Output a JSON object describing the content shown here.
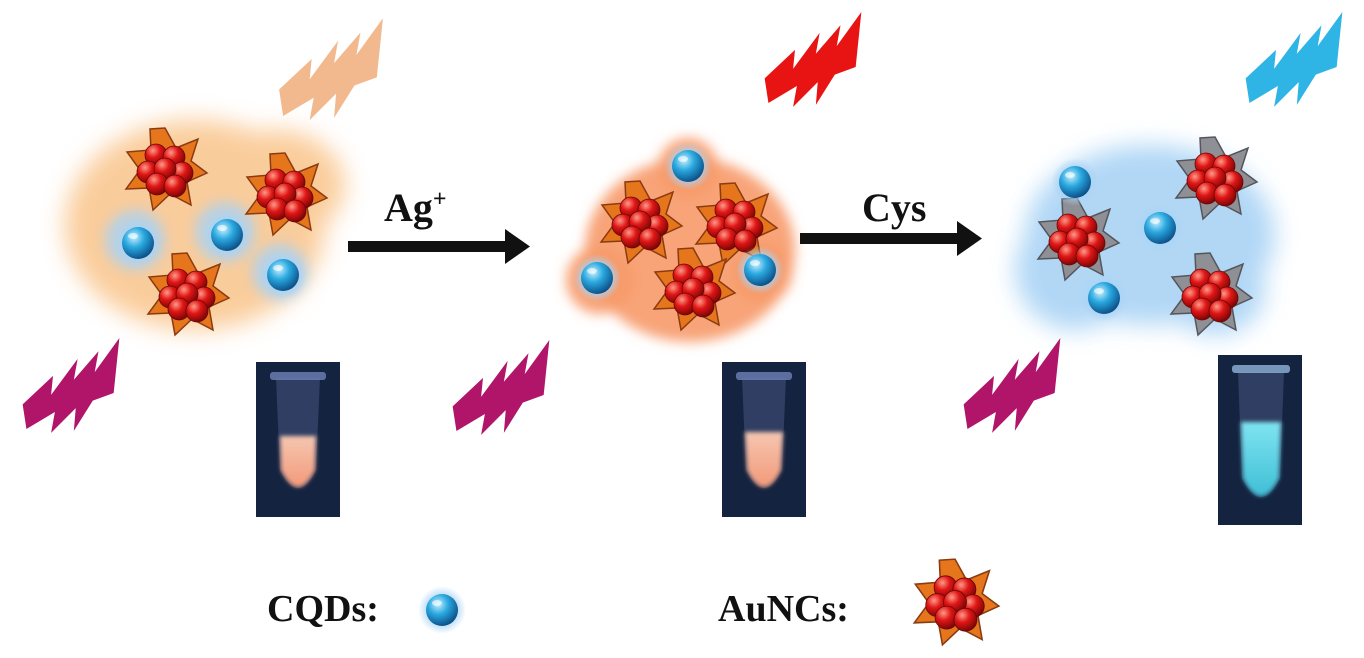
{
  "arrows": {
    "first": {
      "reagent": "Ag",
      "charge": "+"
    },
    "second": {
      "reagent": "Cys"
    }
  },
  "legend": {
    "cqd_label": "CQDs:",
    "aunc_label": "AuNCs:"
  },
  "colors": {
    "cqd_blue": "#1f9fd6",
    "aunc_red": "#d81414",
    "aunc_star_orange": "#e6761c",
    "excitation_purple": "#b0156a",
    "emission_peach": "#f3b98e",
    "emission_red": "#e81414",
    "emission_blue": "#2fb4e6",
    "orange_glow": "#f9c48a",
    "blue_glow": "#a9d3f5",
    "tube_orange": "#f7b294",
    "tube_cyan": "#62d8e8",
    "tube_background": "#14233f"
  },
  "icons": [
    "lightning-bolt-icon",
    "cqd-sphere-icon",
    "aunc-cluster-icon",
    "tube-photo-icon",
    "reaction-arrow-icon"
  ]
}
